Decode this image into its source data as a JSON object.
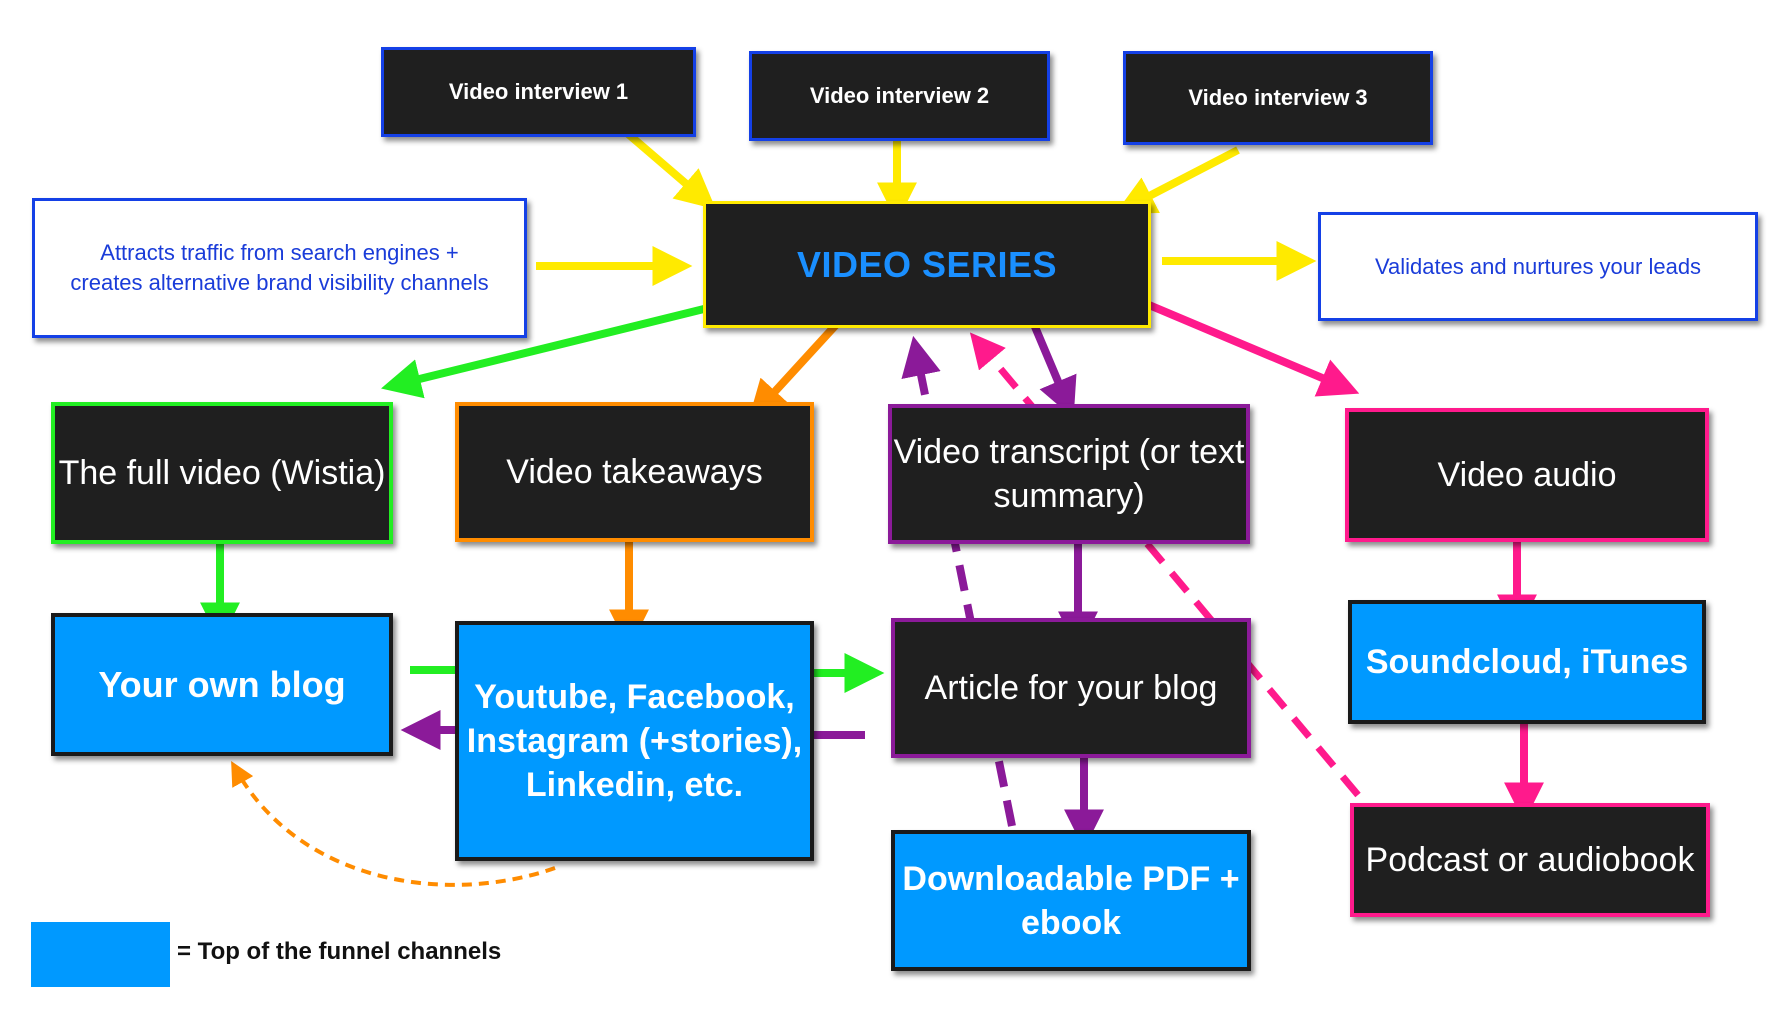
{
  "colors": {
    "yellow": "#ffea00",
    "green": "#22ee22",
    "orange": "#ff8c00",
    "purple": "#8b1a99",
    "pink": "#ff1a8c",
    "blue_border": "#1440e6",
    "top_of_funnel": "#0099ff",
    "dark_box": "#1f1f1f"
  },
  "nodes": {
    "interview1": "Video interview 1",
    "interview2": "Video interview 2",
    "interview3": "Video interview 3",
    "series": "VIDEO SERIES",
    "note_left": "Attracts traffic from search engines + creates alternative brand visibility channels",
    "note_right": "Validates and nurtures your leads",
    "full_video": "The full video (Wistia)",
    "takeaways": "Video takeaways",
    "transcript": "Video transcript (or text summary)",
    "audio": "Video audio",
    "blog": "Your own blog",
    "social": "Youtube, Facebook, Instagram (+stories), Linkedin, etc.",
    "article": "Article for your blog",
    "soundcloud": "Soundcloud, iTunes",
    "pdf": "Downloadable PDF + ebook",
    "podcast": "Podcast or audiobook"
  },
  "legend": {
    "label": "= Top of the funnel channels"
  }
}
